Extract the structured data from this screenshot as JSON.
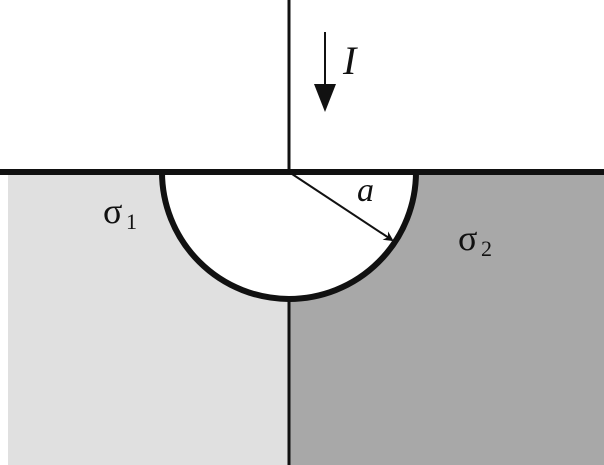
{
  "labels": {
    "current_symbol": "I",
    "radius_symbol": "a",
    "sigma1_base": "σ",
    "sigma1_sub": "1",
    "sigma2_base": "σ",
    "sigma2_sub": "2"
  },
  "colors": {
    "left_region": "#e0e0e0",
    "right_region": "#a8a8a8",
    "line": "#111111",
    "hemisphere": "#ffffff"
  }
}
